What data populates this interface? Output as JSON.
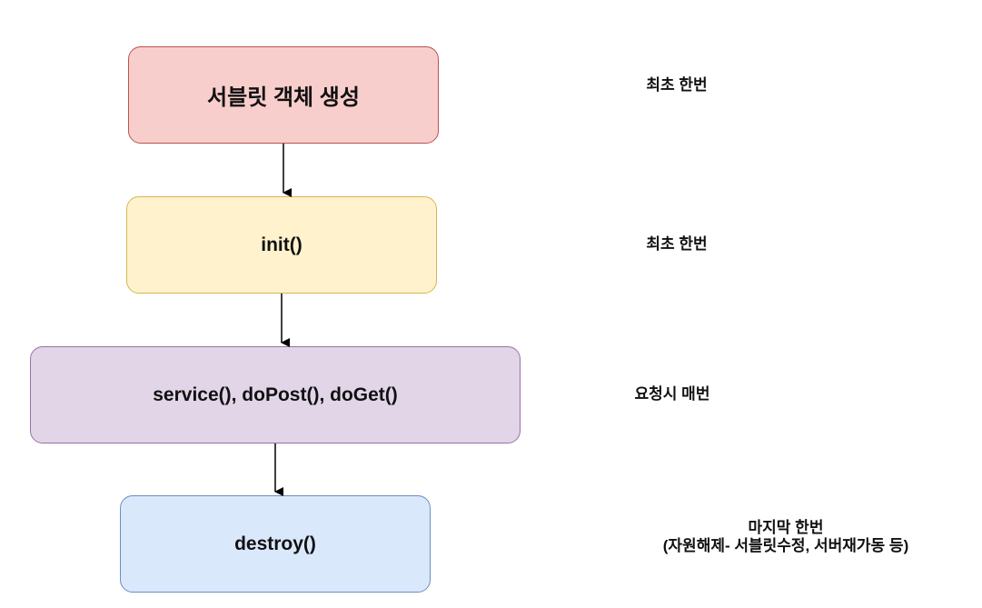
{
  "diagram": {
    "steps": [
      {
        "label": "서블릿 객체 생성",
        "fill": "#f8cecc",
        "stroke": "#b85450"
      },
      {
        "label": "init()",
        "fill": "#fff2cc",
        "stroke": "#d6b656"
      },
      {
        "label": "service(), doPost(), doGet()",
        "fill": "#e1d5e7",
        "stroke": "#9673a6"
      },
      {
        "label": "destroy()",
        "fill": "#dae8fc",
        "stroke": "#6c8ebf"
      }
    ],
    "notes": [
      {
        "line1": "최초 한번"
      },
      {
        "line1": "최초 한번"
      },
      {
        "line1": "요청시 매번"
      },
      {
        "line1": "마지막 한번",
        "line2": "(자원해제- 서블릿수정, 서버재가동 등)"
      }
    ],
    "arrow_color": "#000000"
  }
}
